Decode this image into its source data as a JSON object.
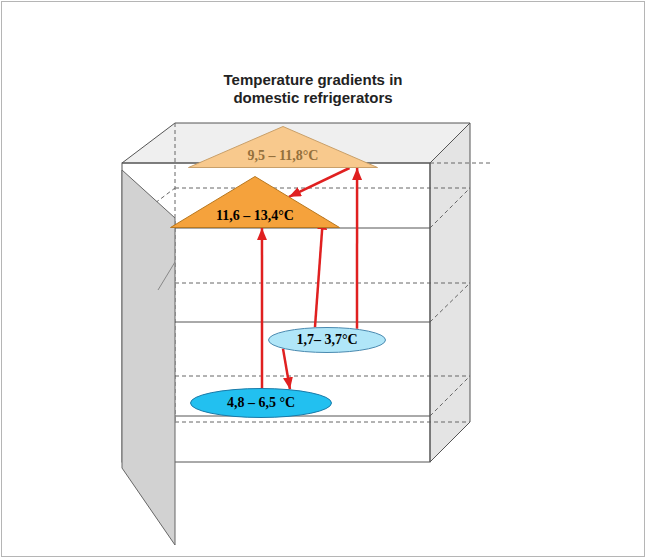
{
  "diagram": {
    "title": "Temperature gradients in domestic refrigerators",
    "nodes": [
      {
        "text": [
          "9,5 – 11,8°C"
        ]
      },
      {
        "text": [
          "11,6 – 13,4°C"
        ]
      },
      {
        "text": [
          "1,7– 3,7°C"
        ]
      },
      {
        "text": [
          "4,8 – 6,5 °C"
        ]
      }
    ],
    "edges": [
      {
        "from": 2,
        "to": 0,
        "arrow": "to"
      },
      {
        "from": 0,
        "to": 1,
        "arrow": "to"
      },
      {
        "from": 2,
        "to": 1,
        "arrow": "to"
      },
      {
        "from": 3,
        "to": 1,
        "arrow": "to"
      },
      {
        "from": 2,
        "to": 3,
        "arrow": "to"
      }
    ]
  }
}
